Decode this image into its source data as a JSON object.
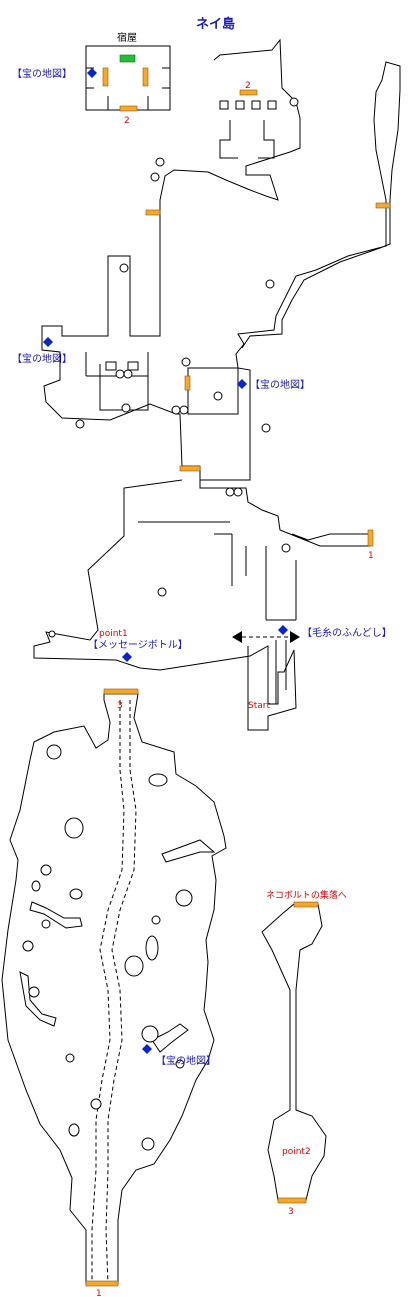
{
  "title": "ネイ島",
  "inn": {
    "label": "宿屋",
    "door_number": "2"
  },
  "labels": {
    "treasure_map": "【宝の地図】",
    "message_bottle": "【メッセージボトル】",
    "wool_loincloth": "【毛糸のふんどし】",
    "point1": "point1",
    "point2": "point2",
    "start": "Start",
    "nekobolt_village": "ネコボルトの集落へ"
  },
  "exit_numbers": {
    "top_room_2": "2",
    "east_1": "1",
    "cave_top_3": "3",
    "cave_bottom_1": "1",
    "east_bottom_3": "3"
  },
  "colors": {
    "door": "#f7a72a",
    "inn_door_green": "#23c035",
    "treasure": "#0b23c9",
    "label_blue": "#1a1ab8",
    "label_red": "#e00000"
  }
}
